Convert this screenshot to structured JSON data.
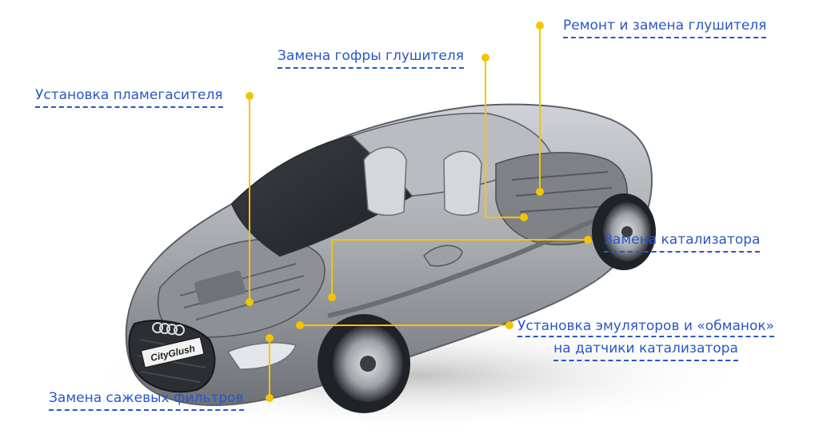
{
  "colors": {
    "accent_line": "#f5c400",
    "label_text": "#2a56c6",
    "car_body": "#a9adb2"
  },
  "labels": {
    "muffler_repair": "Ремонт и замена глушителя",
    "muffler_corrugation": "Замена гофры глушителя",
    "flame_arrester": "Установка пламегасителя",
    "catalyst_replace": "Замена катализатора",
    "emulators_line1": "Установка эмуляторов и «обманок»",
    "emulators_line2": "на датчики катализатора",
    "particulate_filters": "Замена сажевых фильтров"
  },
  "car": {
    "plate_text": "CityGlush"
  }
}
